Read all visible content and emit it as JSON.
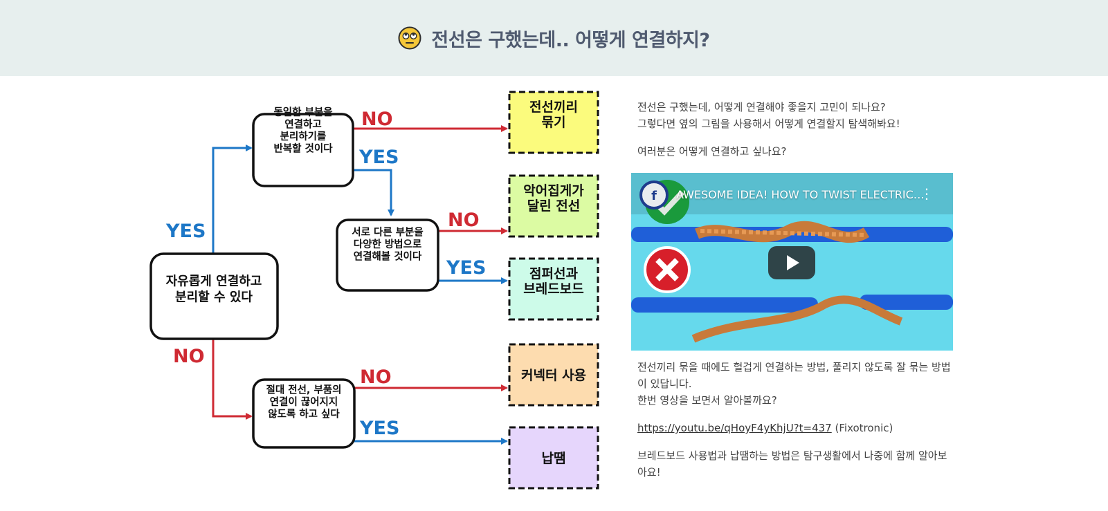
{
  "banner": {
    "title": "전선은 구했는데.. 어떻게 연결하지?",
    "emoji_icon": "rolling-eyes-emoji"
  },
  "flowchart": {
    "colors": {
      "yes": "#1d77c7",
      "no": "#cf2a33"
    },
    "start": "자유롭게 연결하고\n분리할 수 있다",
    "q_top": "동일한 부분을\n연결하고\n분리하기를\n반복할 것이다",
    "q_mid": "서로 다른 부분을\n다양한 방법으로\n연결해볼 것이다",
    "q_bottom": "절대 전선, 부품의\n연결이 끊어지지\n않도록 하고 싶다",
    "results": {
      "twist": "전선끼리\n묶기",
      "clip": "악어집게가\n달린 전선",
      "jumper": "점퍼선과\n브레드보드",
      "connector": "커넥터 사용",
      "solder": "납땜"
    },
    "labels": {
      "yes": "YES",
      "no": "NO"
    }
  },
  "content": {
    "intro_line1": "전선은 구했는데, 어떻게 연결해야 좋을지 고민이 되나요?",
    "intro_line2": "그렇다면 옆의 그림을 사용해서 어떻게 연결할지 탐색해봐요!",
    "question": "여러분은 어떻게 연결하고 싶나요?",
    "video_title": "AWESOME IDEA! HOW TO TWIST ELECTRICAL WIRES",
    "after_video_1": "전선끼리 묶을 때에도 헐겁게 연결하는 방법, 풀리지 않도록 잘 묶는 방법이 있답니다.",
    "after_video_2": "한번 영상을 보면서 알아볼까요?",
    "link_url": "https://youtu.be/qHoyF4yKhjU?t=437",
    "link_source": "(Fixotronic)",
    "closing": "브레드보드 사용법과 납땜하는 방법은 탐구생활에서 나중에 함께 알아보아요!"
  }
}
